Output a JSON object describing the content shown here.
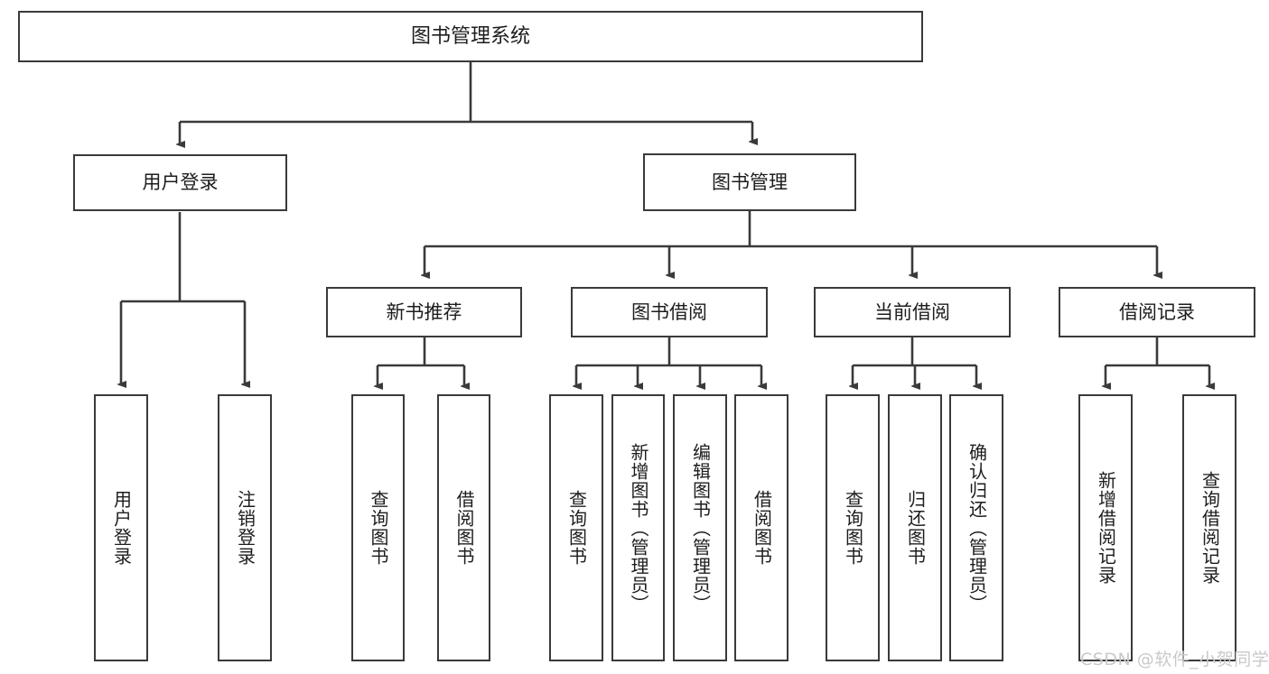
{
  "diagram": {
    "title": "图书管理系统",
    "type": "functional-decomposition-tree",
    "root": {
      "label": "图书管理系统"
    },
    "level2": [
      {
        "label": "用户登录"
      },
      {
        "label": "图书管理"
      }
    ],
    "level3": [
      {
        "label": "新书推荐"
      },
      {
        "label": "图书借阅"
      },
      {
        "label": "当前借阅"
      },
      {
        "label": "借阅记录"
      }
    ],
    "leaves": {
      "user_login": [
        {
          "label": "用户登录"
        },
        {
          "label": "注销登录"
        }
      ],
      "new_book_recommend": [
        {
          "label": "查询图书"
        },
        {
          "label": "借阅图书"
        }
      ],
      "book_borrow": [
        {
          "label": "查询图书"
        },
        {
          "label": "新增图书（管理员）"
        },
        {
          "label": "编辑图书（管理员）"
        },
        {
          "label": "借阅图书"
        }
      ],
      "current_borrow": [
        {
          "label": "查询图书"
        },
        {
          "label": "归还图书"
        },
        {
          "label": "确认归还（管理员）"
        }
      ],
      "borrow_record": [
        {
          "label": "新增借阅记录"
        },
        {
          "label": "查询借阅记录"
        }
      ]
    }
  },
  "watermark": {
    "text": "CSDN @软件_小贺同学"
  },
  "colors": {
    "border": "#3a3a3a",
    "text": "#1d1d1d",
    "background": "#ffffff",
    "watermark": "#c9c9c9"
  }
}
